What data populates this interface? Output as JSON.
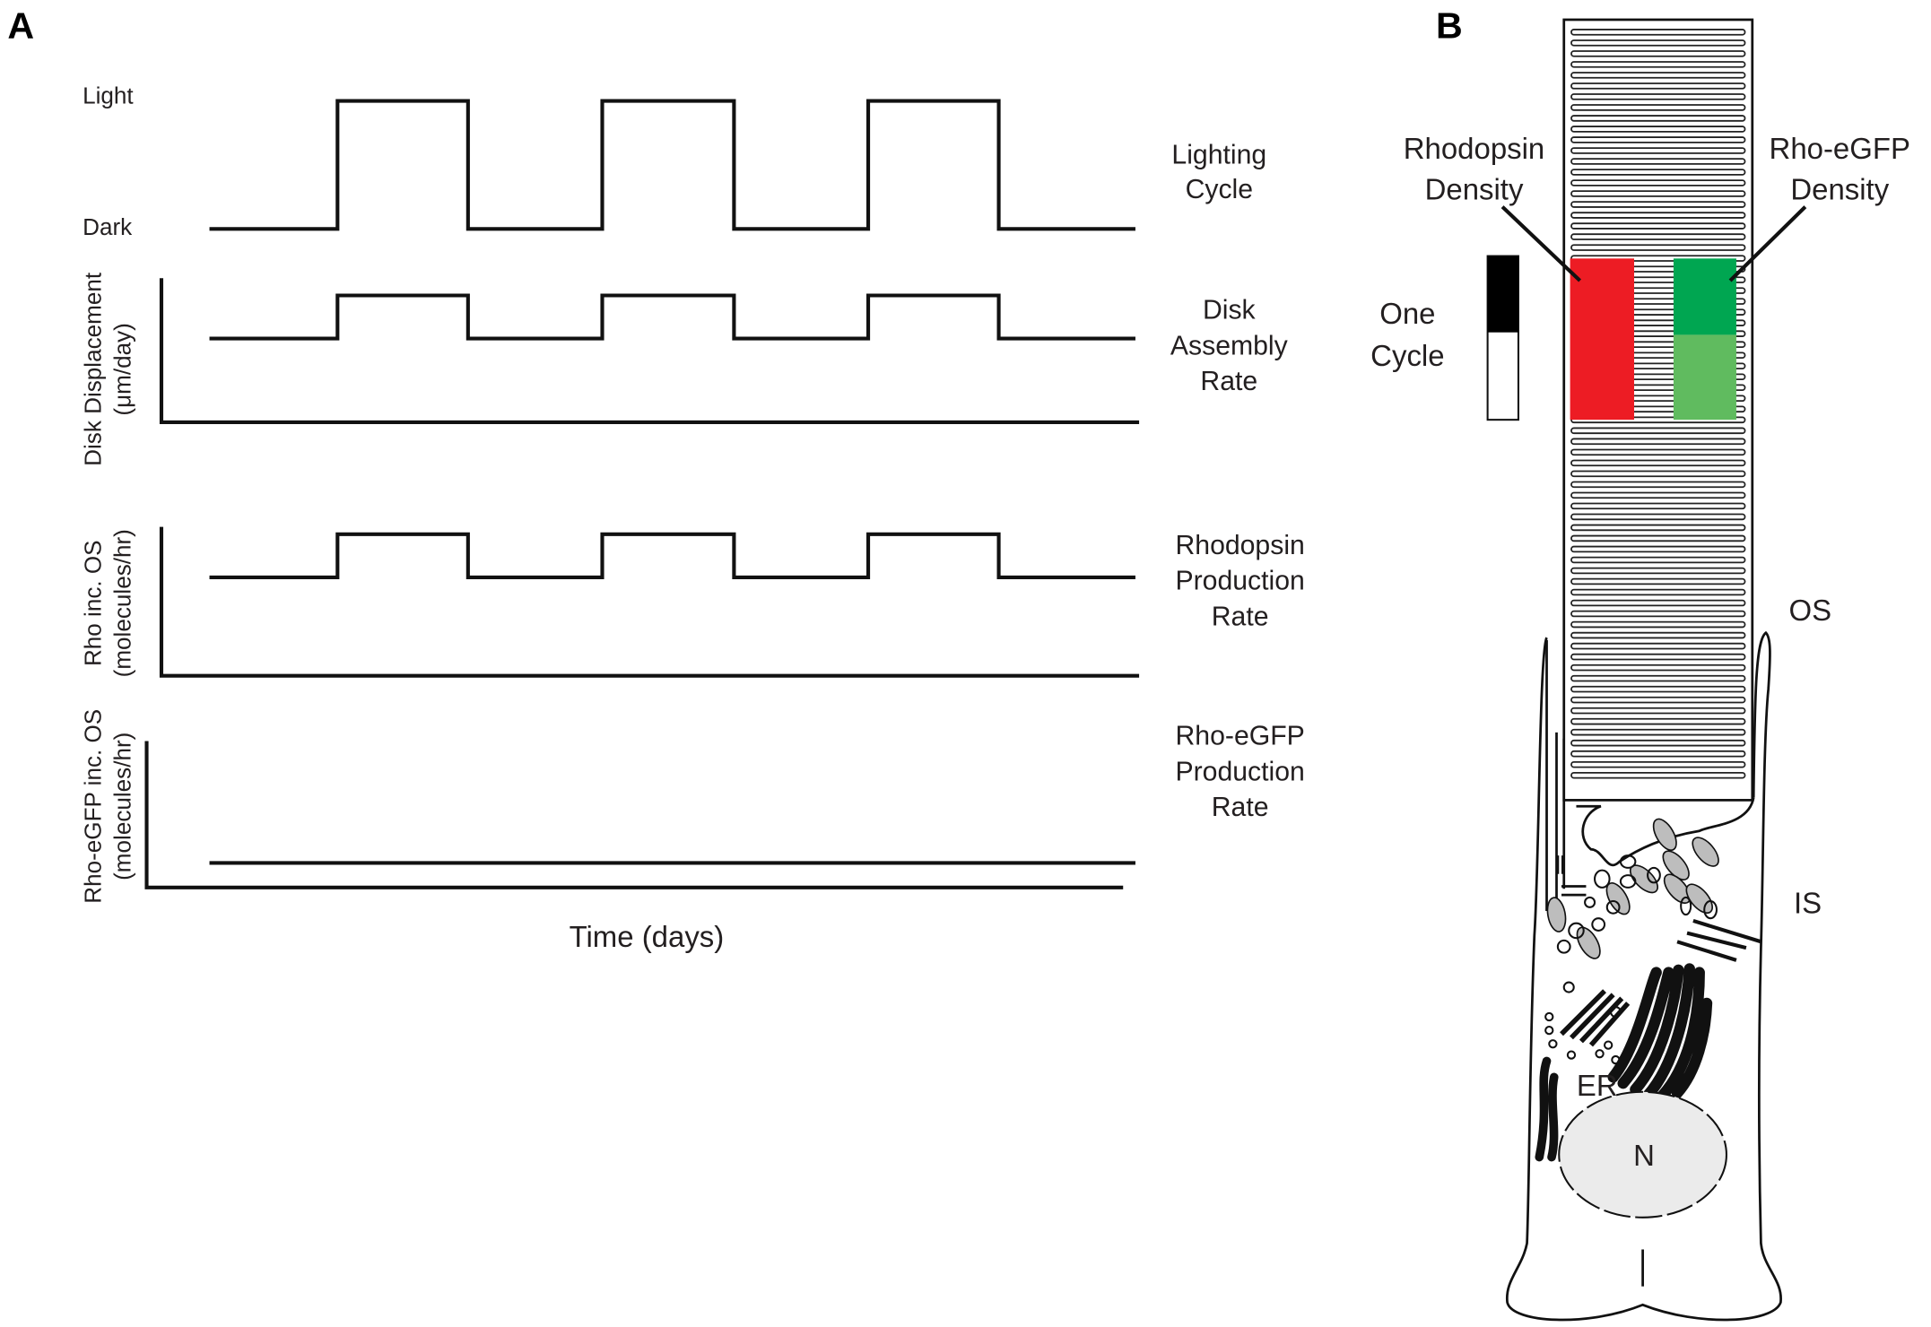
{
  "panel_a": {
    "letter": "A",
    "light_label": "Light",
    "dark_label": "Dark",
    "plots": [
      {
        "id": "lighting",
        "right_label": [
          "Lighting",
          "Cycle"
        ],
        "y_label": [],
        "pattern": [
          0,
          1,
          0,
          1,
          0,
          1,
          0
        ]
      },
      {
        "id": "disk",
        "right_label": [
          "Disk",
          "Assembly",
          "Rate"
        ],
        "y_label": [
          "Disk Displacement",
          "(μm/day)"
        ],
        "pattern": [
          0,
          1,
          0,
          1,
          0,
          1,
          0
        ]
      },
      {
        "id": "rho",
        "right_label": [
          "Rhodopsin",
          "Production",
          "Rate"
        ],
        "y_label": [
          "Rho inc. OS",
          "(molecules/hr)"
        ],
        "pattern": [
          0,
          1,
          0,
          1,
          0,
          1,
          0
        ]
      },
      {
        "id": "egfp",
        "right_label": [
          "Rho-eGFP",
          "Production",
          "Rate"
        ],
        "y_label": [
          "Rho-eGFP inc. OS",
          "(molecules/hr)"
        ],
        "pattern": [
          0,
          0,
          0,
          0,
          0,
          0,
          0
        ]
      }
    ],
    "x_label": "Time (days)"
  },
  "panel_b": {
    "letter": "B",
    "rhodopsin_label": [
      "Rhodopsin",
      "Density"
    ],
    "egfp_label": [
      "Rho-eGFP",
      "Density"
    ],
    "cycle_label": [
      "One",
      "Cycle"
    ],
    "os_label": "OS",
    "is_label": "IS",
    "er_label": "ER",
    "nucleus_label": "N",
    "colors": {
      "rhodopsin": "#ed1c24",
      "egfp_dark": "#00a651",
      "egfp_light": "#60bb5f",
      "nucleus": "#ebebeb",
      "mito": "#bdbdbd"
    }
  }
}
